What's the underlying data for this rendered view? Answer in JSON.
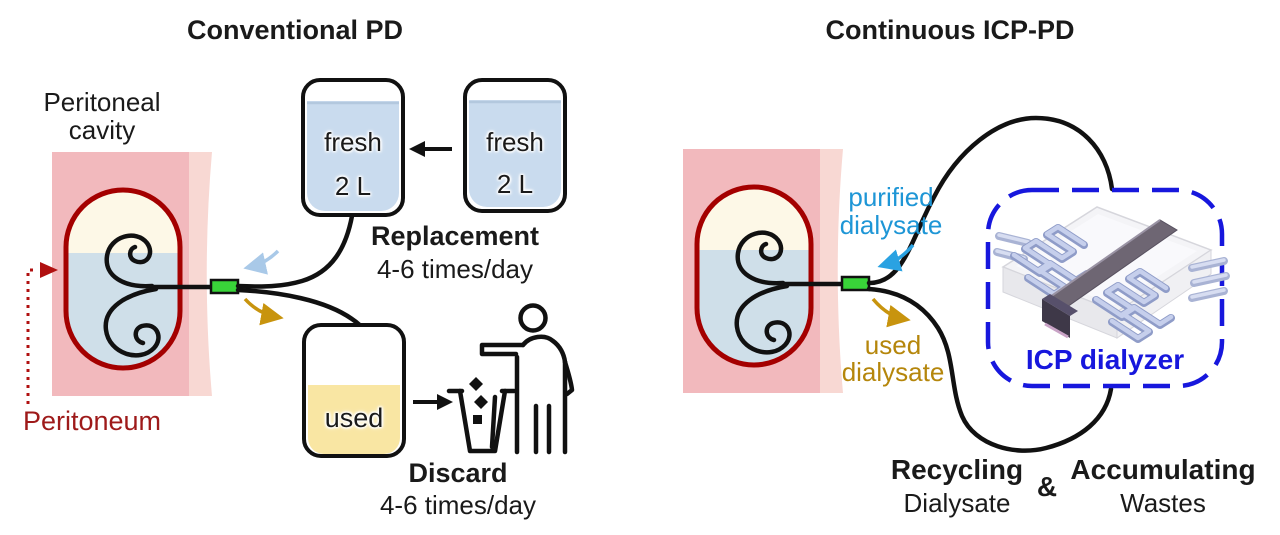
{
  "figure": {
    "left_panel": {
      "title": "Conventional PD",
      "cavity_label": {
        "line1": "Peritoneal",
        "line2": "cavity"
      },
      "peritoneum_label": "Peritoneum",
      "fresh_bag_near": {
        "label": "fresh",
        "volume": "2 L"
      },
      "fresh_bag_far": {
        "label": "fresh",
        "volume": "2 L"
      },
      "replacement": {
        "title": "Replacement",
        "frequency": "4-6 times/day"
      },
      "used_bag": {
        "label": "used"
      },
      "discard": {
        "title": "Discard",
        "frequency": "4-6 times/day"
      }
    },
    "right_panel": {
      "title": "Continuous ICP-PD",
      "purified_label": {
        "line1": "purified",
        "line2": "dialysate"
      },
      "used_label": {
        "line1": "used",
        "line2": "dialysate"
      },
      "dialyzer_label": "ICP dialyzer",
      "bottom_caption": {
        "left_title": "Recycling",
        "left_sub": "Dialysate",
        "ampersand": "&",
        "right_title": "Accumulating",
        "right_sub": "Wastes"
      }
    },
    "icons": {
      "body_cross_section": "peritoneal-cavity-illustration",
      "catheter": "coiled-catheter-icon",
      "connector": "green-catheter-connector-icon",
      "inflow_arrow": "curved-inflow-arrow-icon",
      "outflow_arrow": "curved-outflow-arrow-icon",
      "transfer_arrow": "left-arrow-icon",
      "discard_arrow": "right-arrow-icon",
      "litter": "person-discarding-waste-icon",
      "dialyzer_device": "icp-microfluidic-dialyzer-3d-icon"
    },
    "colors": {
      "tissue_pink": "#f2b9bd",
      "tissue_strip": "#f8d8d3",
      "peritoneum_red": "#a40000",
      "cavity_cream": "#fdf8e7",
      "dialysate_fluid_blue": "#cfdfe9",
      "catheter_black": "#111111",
      "connector_green": "#39d439",
      "fresh_bag_fill": "#c9dbee",
      "used_bag_fill": "#f9e6a3",
      "purified_text_blue": "#1e96d6",
      "used_text_gold": "#b5860b",
      "icp_dialyzer_blue": "#1717dd",
      "pale_inflow_arrow": "#a9c9e8",
      "bright_inflow_arrow": "#2aa2e2",
      "outflow_arrow_gold": "#c8940e",
      "caption_black": "#1a1a1a"
    }
  }
}
